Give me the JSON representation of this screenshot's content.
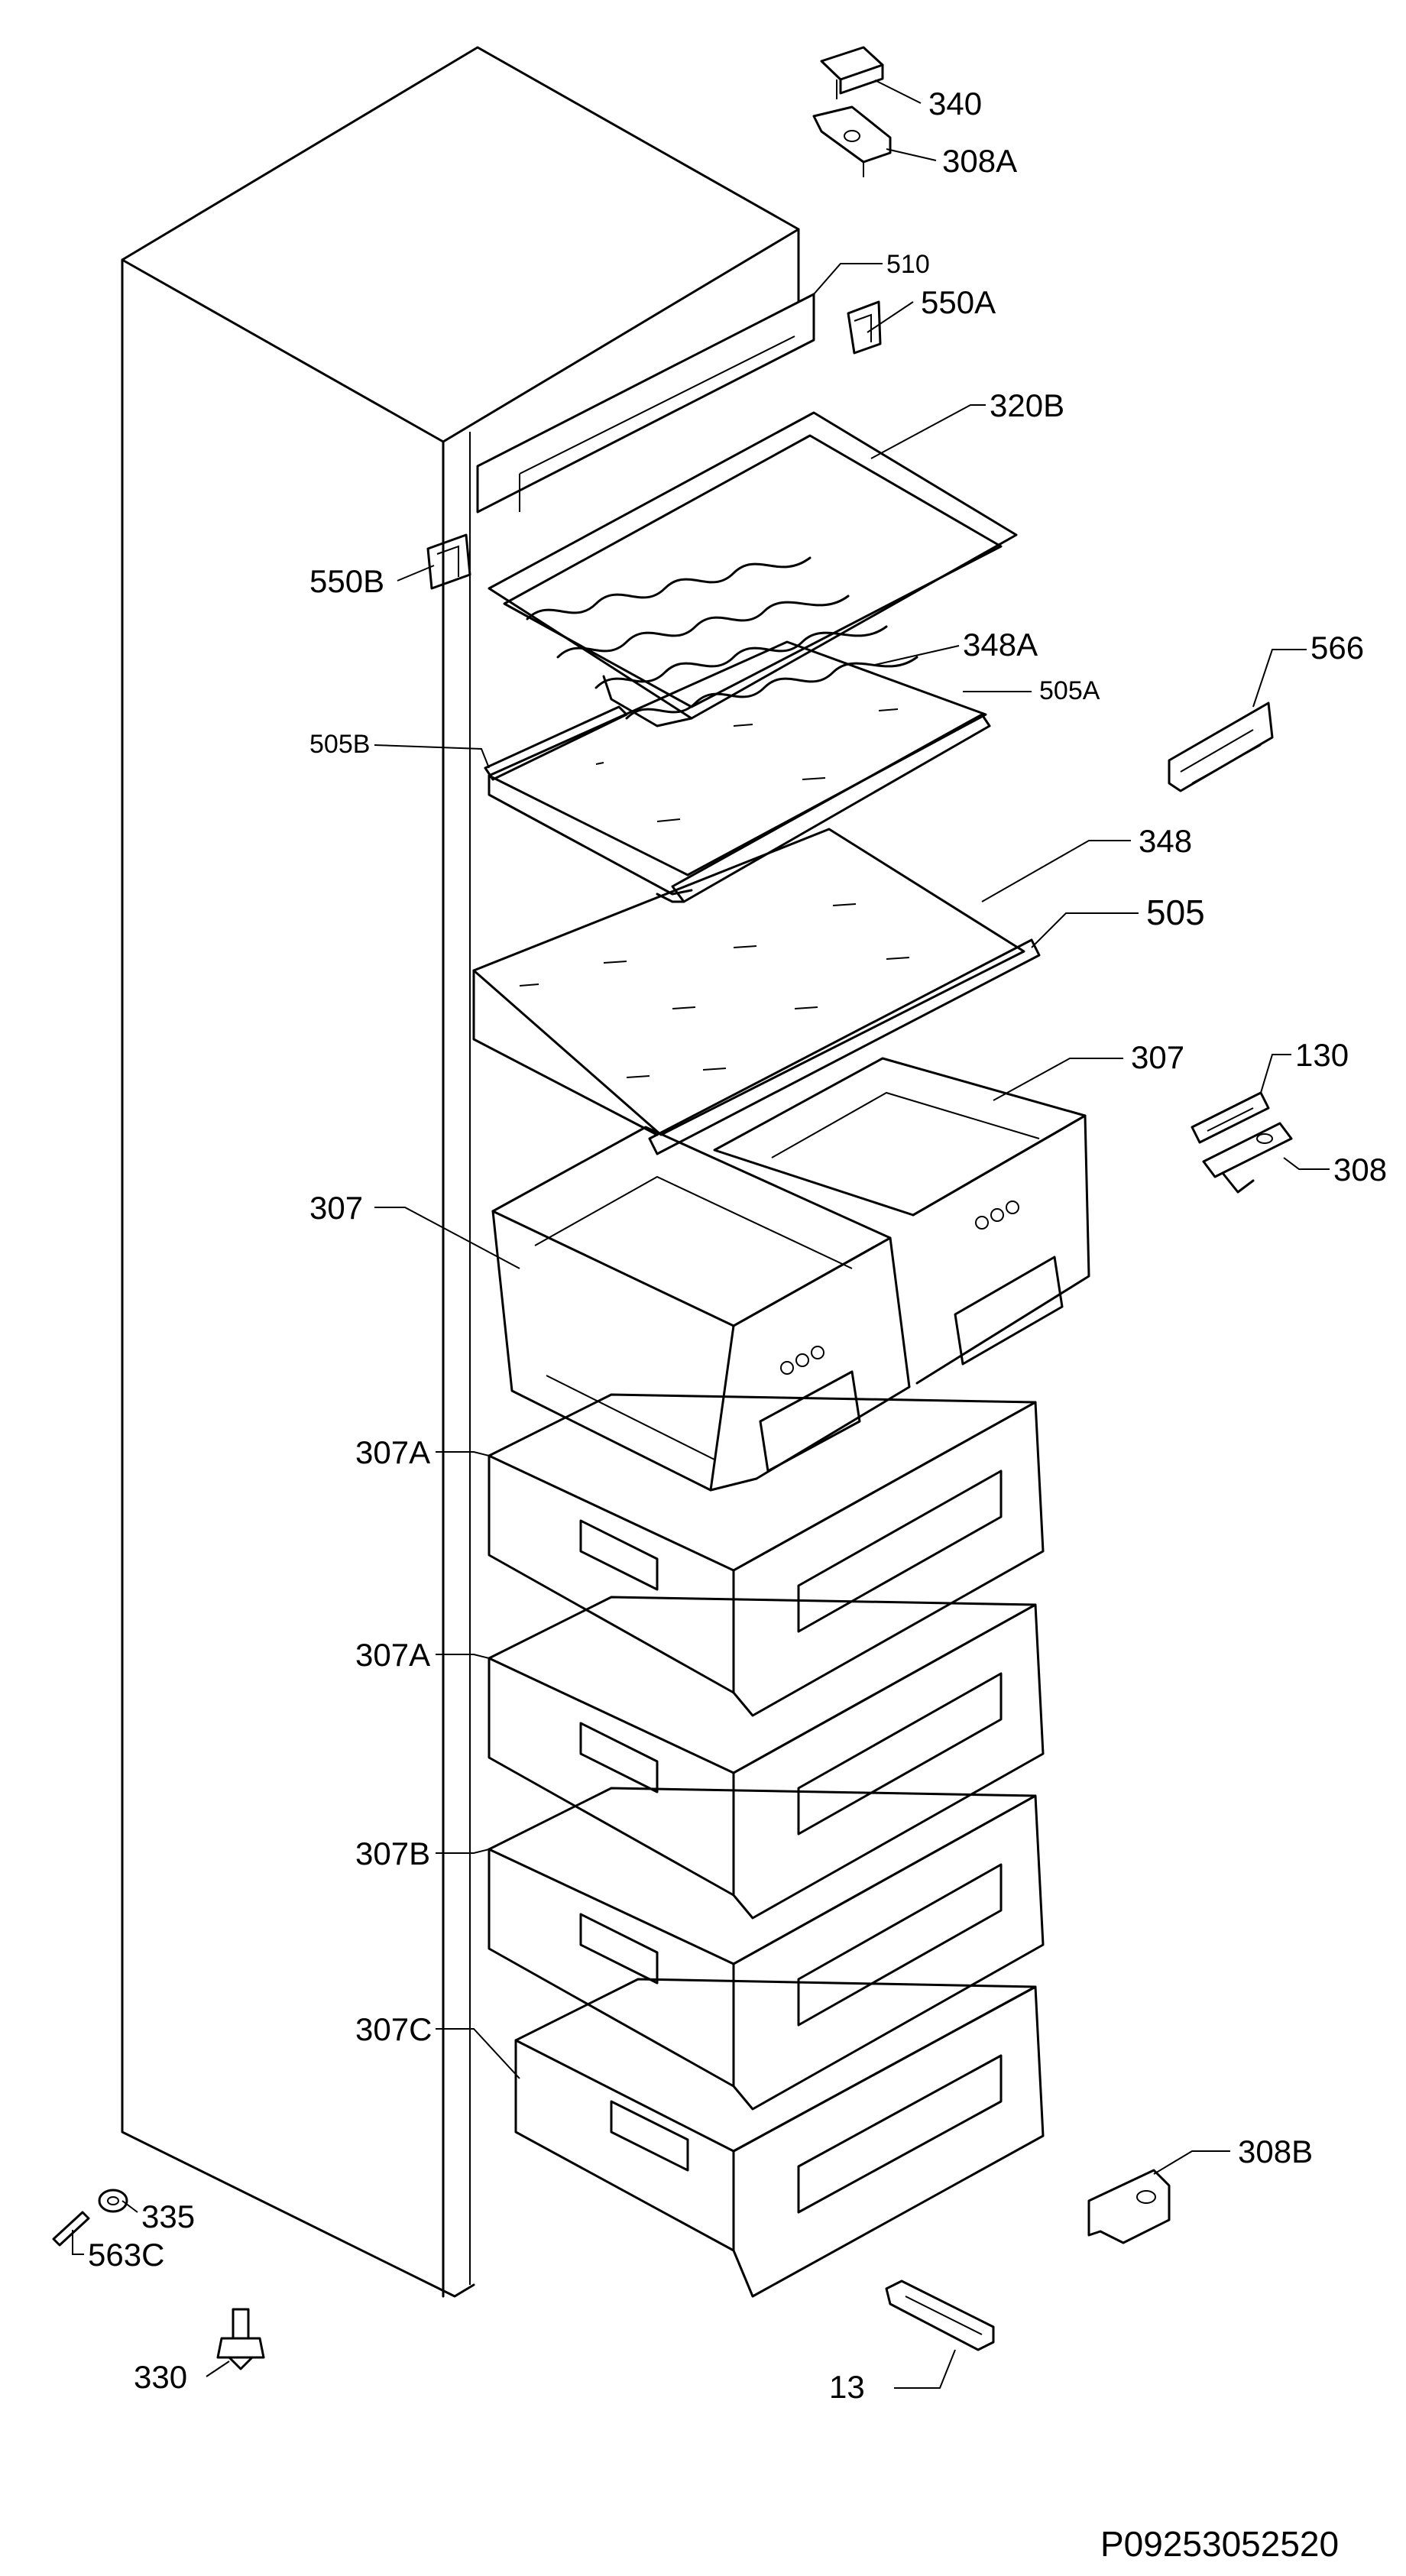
{
  "labels": {
    "l340": "340",
    "l308a": "308A",
    "l510": "510",
    "l550a": "550A",
    "l320b": "320B",
    "l550b": "550B",
    "l348a": "348A",
    "l505a": "505A",
    "l505b": "505B",
    "l566": "566",
    "l348": "348",
    "l505": "505",
    "l307_right": "307",
    "l130": "130",
    "l307_left": "307",
    "l308": "308",
    "l307a_1": "307A",
    "l307a_2": "307A",
    "l307b": "307B",
    "l307c": "307C",
    "l308b": "308B",
    "l335": "335",
    "l563c": "563C",
    "l330": "330",
    "l13": "13"
  },
  "drawing_code": "P09253052520"
}
